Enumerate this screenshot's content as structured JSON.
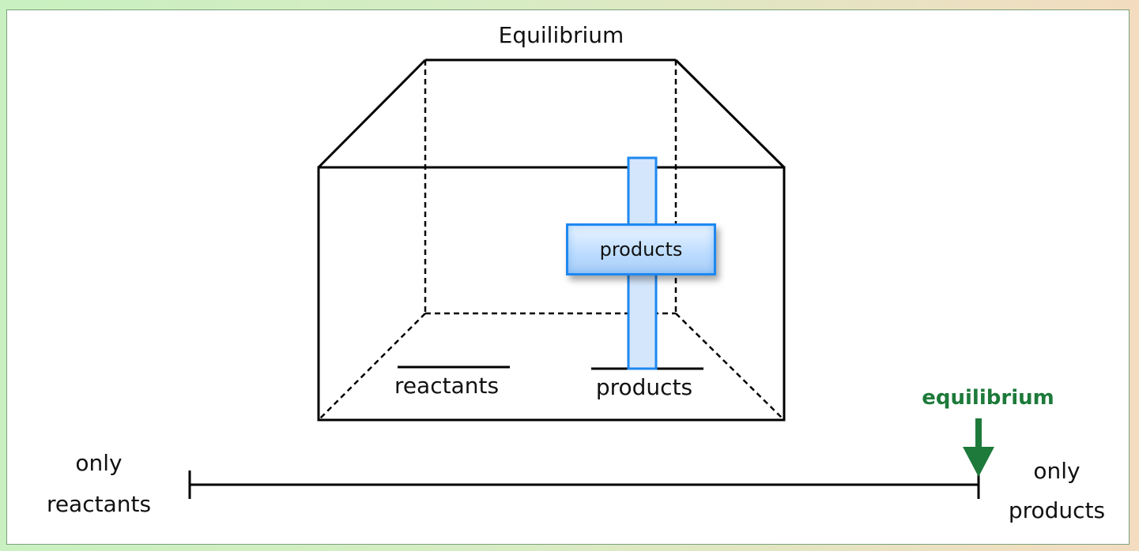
{
  "diagram": {
    "title": "Equilibrium",
    "compartment_left": "reactants",
    "compartment_right": "products",
    "slider_label": "products",
    "scale_left_line1": "only",
    "scale_left_line2": "reactants",
    "scale_right_line1": "only",
    "scale_right_line2": "products",
    "marker_label": "equilibrium",
    "marker_position_fraction": 1.0
  },
  "colors": {
    "line": "#000000",
    "marker": "#1d7a3a",
    "slider_border": "#1e88f0",
    "slider_fill": "#d4e6fb"
  }
}
